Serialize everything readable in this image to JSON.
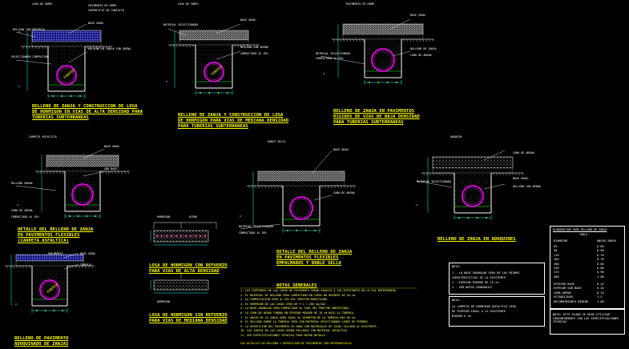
{
  "sections": [
    {
      "id": "s1",
      "title": [
        "RELLENO DE ZANJA Y CONSTRUCCION DE LOSA",
        "DE HORMIGON EN VIAS DE ALTA DENSIDAD PARA",
        "TUBERIAS SUBTERRANEAS"
      ],
      "labels": [
        "LOSA DE HORM.",
        "BASE GRAN.",
        "RELLENO DE ZANJA CON ARENA",
        "RELLENO CON MATERIAL",
        "SELECCIONADO COMPACTADO",
        "TUBERIA",
        "PAVIMENTO DE HORM.",
        "SUPERFICIE DE CONTACTO"
      ]
    },
    {
      "id": "s2",
      "title": [
        "RELLENO DE ZANJA Y CONSTRUCCION DE LOSA",
        "DE HORMIGON PARA VIAS DE MEDIANA DENSIDAD",
        "PARA TUBERIAS SUBTERRANEAS"
      ],
      "labels": [
        "LOSA DE HORM.",
        "BASE GRAN.",
        "RELLENO CON ARENA",
        "MATERIAL SELECCIONADO",
        "TUBERIA",
        "COMPACTADO AL 95%"
      ]
    },
    {
      "id": "s3",
      "title": [
        "RELLENO DE ZANJA EN PAVIMENTOS",
        "RIGIDOS DE VIAS DE BAJA DENSIDAD",
        "PARA TUBERIAS SUBTERRANEAS"
      ],
      "labels": [
        "PAVIMENTO DE HORM.",
        "BASE GRAN.",
        "RELLENO DE ZANJA",
        "CAMA DE ARENA",
        "MATERIAL SELECCIONADO",
        "COMPACTADO AL 95%"
      ]
    },
    {
      "id": "s4",
      "title": [
        "DETALLE DEL RELLENO DE ZANJA",
        "EN PAVIMENTOS FLEXIBLES",
        "(CARPETA ASFALTICA)"
      ],
      "labels": [
        "CARPETA ASFALTICA",
        "BASE GRAN.",
        "SUB BASE",
        "RELLENO ARENA",
        "CAMA DE ARENA",
        "COMPACTADO AL 95%"
      ]
    },
    {
      "id": "s5",
      "title": [
        "DETALLE DEL RELLENO DE ZANJA",
        "EN PAVIMENTOS FLEXIBLES",
        "EMPALMADOS Y DOBLE SELLO"
      ],
      "labels": [
        "DOBLE SELLO",
        "BASE GRAN.",
        "CAMA DE ARENA",
        "MATERIAL SELECCIONADO",
        "COMPACTADO AL 95%"
      ]
    },
    {
      "id": "s6",
      "title": [
        "RELLENO DE ZANJA EN ADOQUINES"
      ],
      "labels": [
        "ADOQUIN",
        "CAMA DE ARENA",
        "BASE GRAN.",
        "RELLENO CON ARENA",
        "MATERIAL SELECCIONADO"
      ]
    },
    {
      "id": "s7",
      "title": [
        "LOSA DE HORMIGON CON REFUERZO",
        "PARA VIAS DE ALTA DENSIDAD"
      ],
      "labels": [
        "HORMIGON",
        "ACERO"
      ]
    },
    {
      "id": "s8",
      "title": [
        "LOSA DE HORMIGON SIN REFUERZO",
        "PARA VIAS DE MEDIANA DENSIDAD"
      ],
      "labels": [
        "HORMIGON"
      ]
    },
    {
      "id": "s9",
      "title": [
        "RELLENO DE PAVIMENTO",
        "ADOQUINADO DE ZANJAS"
      ],
      "labels": [
        "PAVIMENTO",
        "BASE GRAN.",
        "TUBERIA"
      ]
    }
  ],
  "notes_title": "NOTAS GENERALES",
  "notes": [
    "1. LOS ESPESORES DE LAS CAPAS DE PAVIMENTO SERAN IGUALES A LOS EXISTENTES EN LA VIA INTERVENIDA.",
    "2. EL MATERIAL DE RELLENO SERA COMPACTADO EN CAPAS NO MAYORES DE 20 cm.",
    "3. LA COMPACTACION SERA AL 95% DEL PROCTOR MODIFICADO.",
    "4. EL HORMIGON DE LAS LOSAS SERA DE f'c = 280 kg/cm2.",
    "5. LA BASE GRANULAR SERA COMPACTADA AL 100% DEL PROCTOR MODIFICADO.",
    "6. LA CAMA DE ARENA TENDRA UN ESPESOR MINIMO DE 10 cm BAJO LA TUBERIA.",
    "7. EL ANCHO DE LA ZANJA SERA IGUAL AL DIAMETRO DE LA TUBERIA MAS 60 cm.",
    "8. EL RELLENO SOBRE LA TUBERIA SERA CON MATERIAL SELECCIONADO LIBRE DE PIEDRAS.",
    "9. LA REPOSICION DEL PAVIMENTO SE HARA CON MATERIALES DE IGUAL CALIDAD AL EXISTENTE.",
    "10. LAS JUNTAS DE LAS LOSAS SERAN SELLADAS CON MATERIAL ASFALTICO.",
    "11. VER ESPECIFICACIONES TECNICAS PARA MAYOR DETALLE."
  ],
  "note_box1": {
    "title": "NOTA:",
    "lines": [
      "1.- LA BASE GRANULAR SERA DE LAS MISMAS",
      "CARACTERISTICAS DE LA EXISTENTE",
      "2.- ESPESOR MINIMO DE 15 cm",
      "3.- VER NOTAS GENERALES"
    ]
  },
  "note_box2": {
    "title": "NOTA:",
    "lines": [
      "LA CARPETA DE HORMIGON ASFALTICO SERA",
      "DE ESPESOR IGUAL A LA EXISTENTE",
      "MINIMO 5 cm"
    ]
  },
  "table": {
    "title": "ELABORACION PARA RELLENO DE ZANJA",
    "subtitle": "TABLA",
    "headers": [
      "DIAMETRO",
      "ANCHO ZANJA"
    ],
    "rows": [
      [
        "63",
        "0.60"
      ],
      [
        "90",
        "0.60"
      ],
      [
        "110",
        "0.70"
      ],
      [
        "160",
        "0.70"
      ],
      [
        "200",
        "0.80"
      ],
      [
        "250",
        "0.80"
      ],
      [
        "315",
        "0.90"
      ],
      [
        "400",
        "1.00"
      ]
    ],
    "extra": [
      [
        "ESPESOR BASE",
        "0.15"
      ],
      [
        "ESPESOR SUB BASE",
        "0.20"
      ],
      [
        "CAMA ARENA",
        "0.10"
      ],
      [
        "ESTABILIDAD",
        "1.5"
      ],
      [
        "RECUBRIMIENTO MINIMO",
        "1.00"
      ]
    ]
  },
  "bottom_note": "NOTA: ESTE PLANO SE DEBE UTILIZAR CONJUNTAMENTE CON LAS ESPECIFICACIONES TECNICAS",
  "footer": "LOS DETALLES DE RELLENO Y REPOSICION DE PAVIMENTOS SON REFERENCIALES",
  "colors": {
    "background": "#000000",
    "cyan": "#00ffff",
    "yellow": "#ffff00",
    "magenta": "#ff00ff",
    "white": "#ffffff",
    "green": "#00ff00",
    "gray": "#9a9a9a",
    "blue": "#4a4aff"
  }
}
